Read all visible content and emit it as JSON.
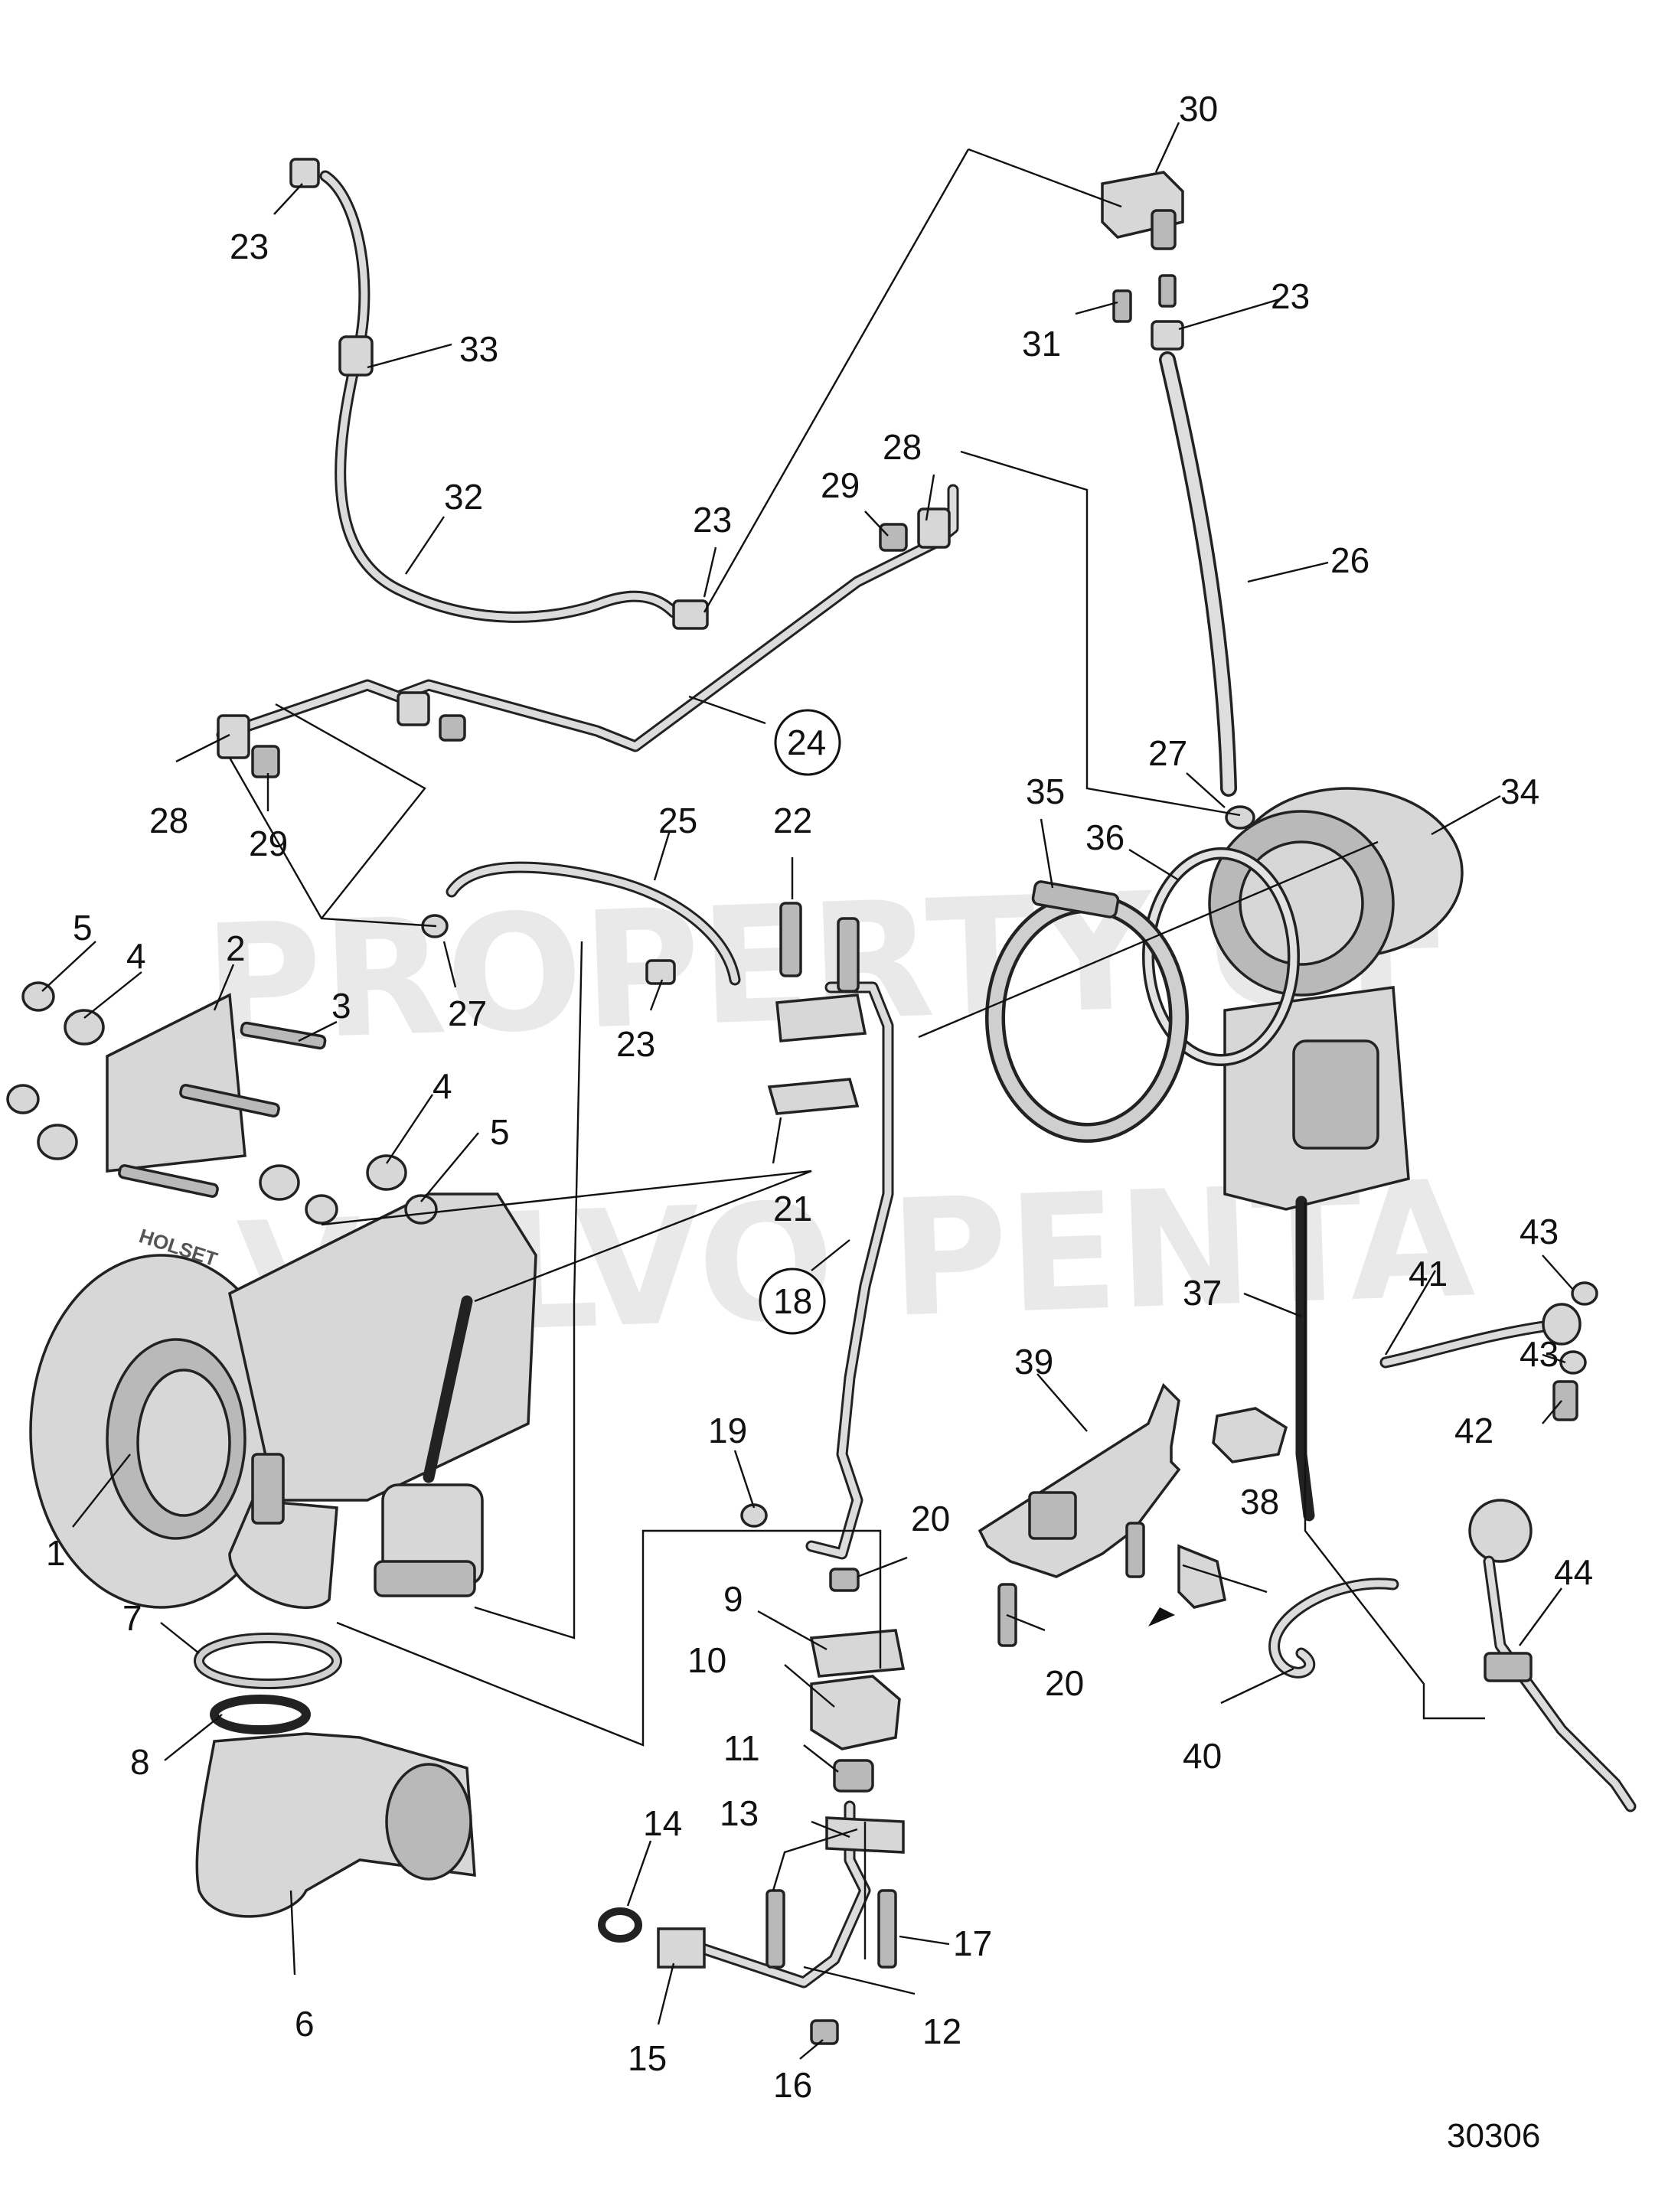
{
  "watermark": {
    "line1": "PROPERTY OF",
    "line2": "VOLVO PENTA"
  },
  "drawing_number": "30306",
  "brand_marking": "HOLSET",
  "callouts": {
    "c1": "1",
    "c2": "2",
    "c3": "3",
    "c4a": "4",
    "c4b": "4",
    "c5a": "5",
    "c5b": "5",
    "c6": "6",
    "c7": "7",
    "c8": "8",
    "c9": "9",
    "c10": "10",
    "c11": "11",
    "c12": "12",
    "c13": "13",
    "c14": "14",
    "c15": "15",
    "c16": "16",
    "c17": "17",
    "c18": "18",
    "c19": "19",
    "c20a": "20",
    "c20b": "20",
    "c21": "21",
    "c22": "22",
    "c23a": "23",
    "c23b": "23",
    "c23c": "23",
    "c23d": "23",
    "c24": "24",
    "c25": "25",
    "c26": "26",
    "c27a": "27",
    "c27b": "27",
    "c28a": "28",
    "c28b": "28",
    "c29a": "29",
    "c29b": "29",
    "c30": "30",
    "c31": "31",
    "c32": "32",
    "c33": "33",
    "c34": "34",
    "c35": "35",
    "c36": "36",
    "c37": "37",
    "c38": "38",
    "c39": "39",
    "c40": "40",
    "c41": "41",
    "c42": "42",
    "c43a": "43",
    "c43b": "43",
    "c44": "44"
  }
}
